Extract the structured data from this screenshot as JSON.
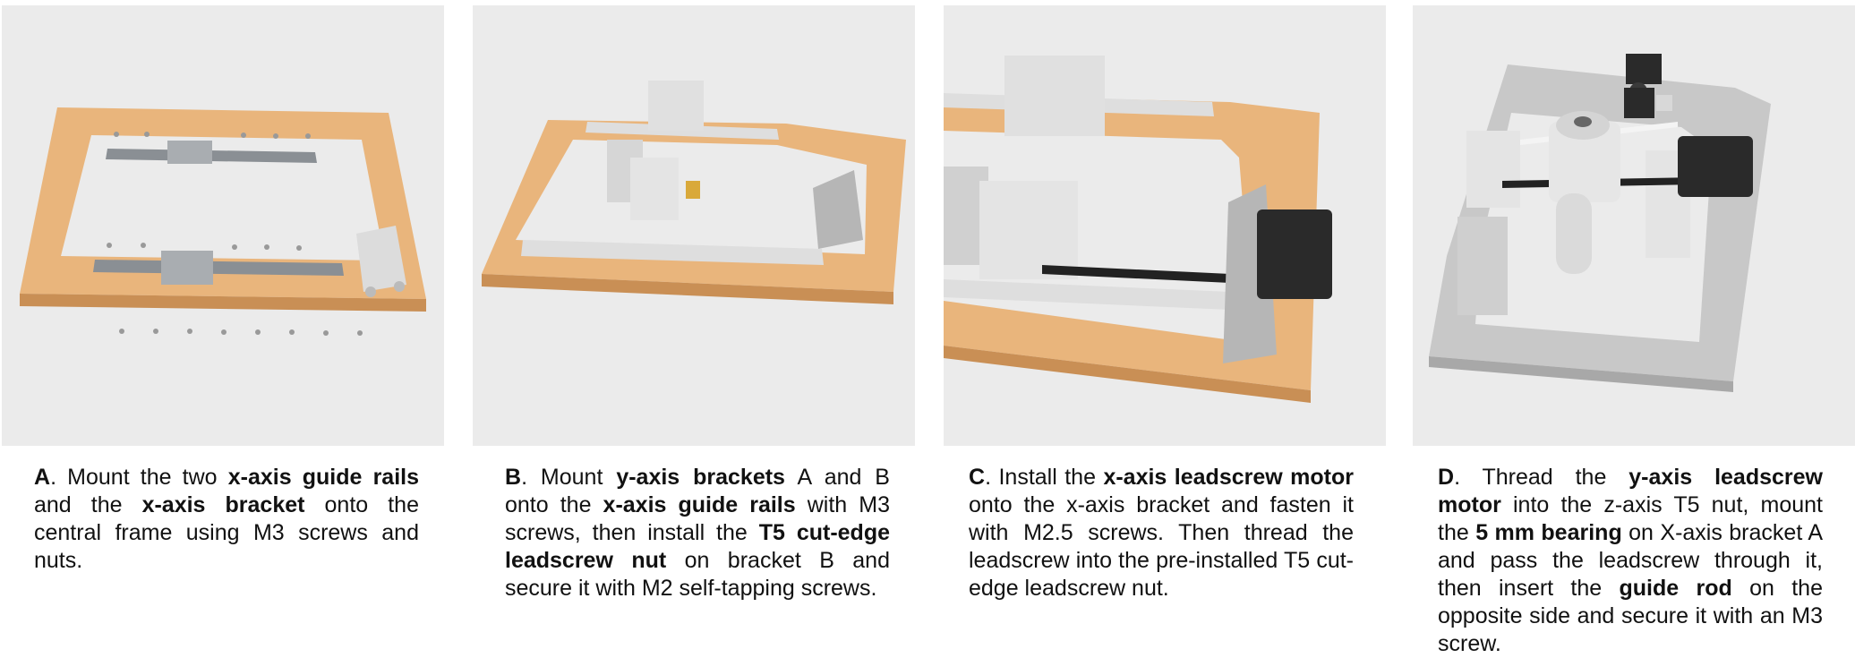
{
  "figure": {
    "panels": [
      {
        "letter": "A",
        "image_alt": "render-frame-with-x-axis-rails",
        "caption_parts": [
          {
            "text": ". Mount the two ",
            "bold": false
          },
          {
            "text": "x-axis guide rails",
            "bold": true
          },
          {
            "text": " and the ",
            "bold": false
          },
          {
            "text": "x-axis bracket",
            "bold": true
          },
          {
            "text": " onto the central frame using M3 screws and nuts.",
            "bold": false
          }
        ]
      },
      {
        "letter": "B",
        "image_alt": "render-y-axis-brackets",
        "caption_parts": [
          {
            "text": ". Mount ",
            "bold": false
          },
          {
            "text": "y-axis brackets",
            "bold": true
          },
          {
            "text": " A and B onto the ",
            "bold": false
          },
          {
            "text": "x-axis guide rails",
            "bold": true
          },
          {
            "text": " with M3 screws, then install the ",
            "bold": false
          },
          {
            "text": "T5 cut-edge leadscrew nut",
            "bold": true
          },
          {
            "text": " on bracket B and secure it with M2 self-tapping screws.",
            "bold": false
          }
        ]
      },
      {
        "letter": "C",
        "image_alt": "render-x-axis-motor",
        "caption_parts": [
          {
            "text": ". Install the ",
            "bold": false
          },
          {
            "text": "x-axis leadscrew motor",
            "bold": true
          },
          {
            "text": " onto the x-axis bracket and fasten it with M2.5 screws. Then thread the leadscrew into the pre-installed T5 cut-edge leadscrew nut.",
            "bold": false
          }
        ]
      },
      {
        "letter": "D",
        "image_alt": "render-y-axis-motor-and-guide-rod",
        "caption_parts": [
          {
            "text": ". Thread the ",
            "bold": false
          },
          {
            "text": "y-axis leadscrew motor",
            "bold": true
          },
          {
            "text": " into the z-axis T5 nut, mount the ",
            "bold": false
          },
          {
            "text": "5 mm bearing",
            "bold": true
          },
          {
            "text": " on X-axis bracket A and pass the leadscrew through it, then insert the ",
            "bold": false
          },
          {
            "text": "guide rod",
            "bold": true
          },
          {
            "text": " on the opposite side and secure it with an M3 screw.",
            "bold": false
          }
        ]
      }
    ],
    "colors": {
      "render_bg": "#ebebeb",
      "frame_orange": "#e9b57c",
      "frame_gray": "#c8c8c8",
      "rail_steel": "#8a8f94",
      "bracket_white": "#e4e4e4",
      "motor_black": "#2a2a2a",
      "nut_brass": "#d9a93a"
    }
  }
}
